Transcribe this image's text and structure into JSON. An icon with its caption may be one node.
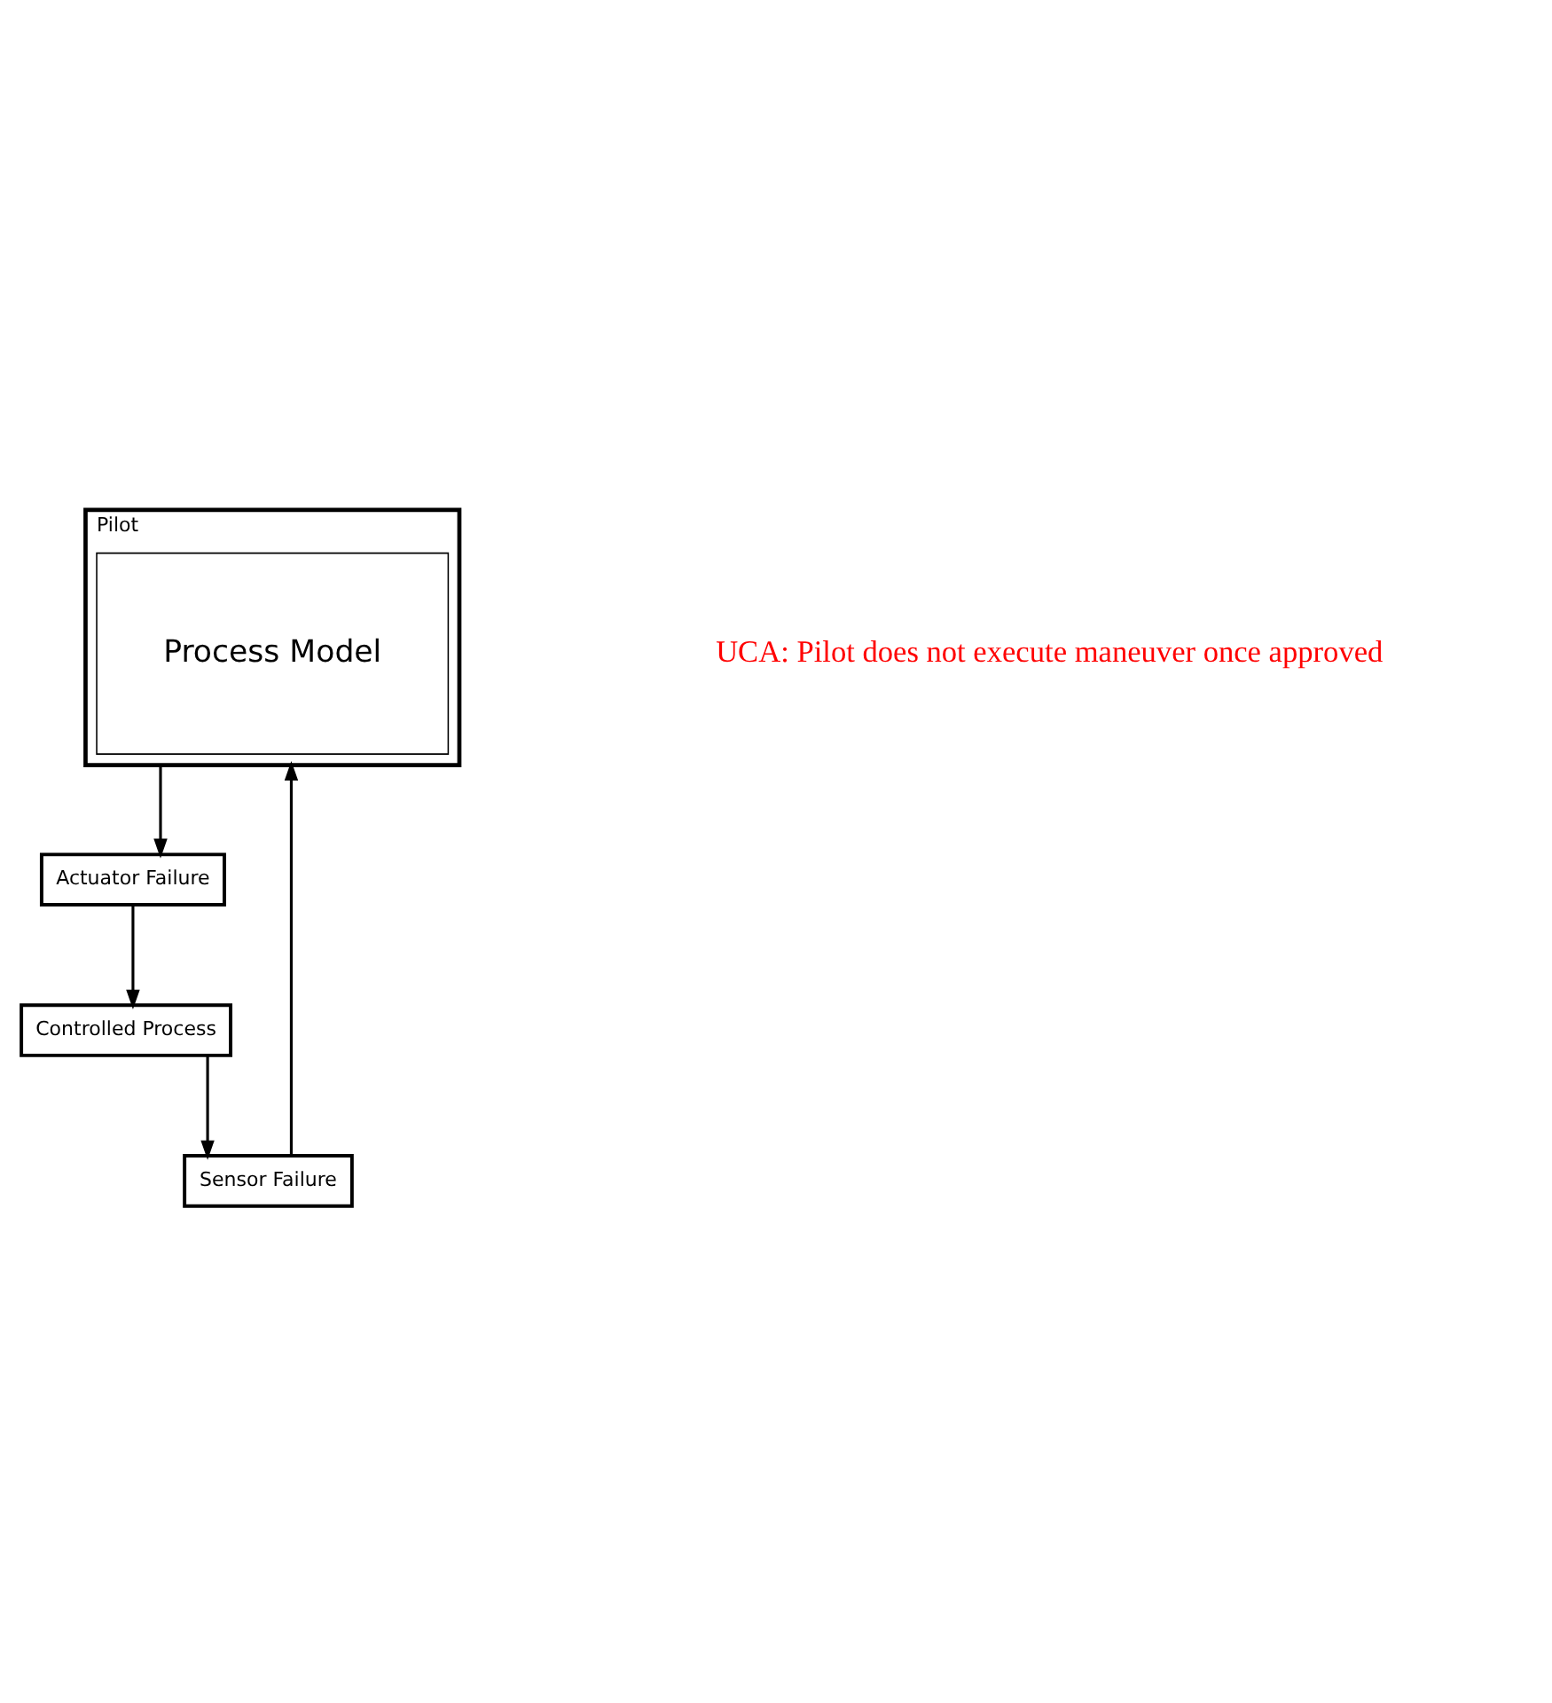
{
  "diagram": {
    "nodes": [
      {
        "text": [
          "Pilot"
        ]
      },
      {
        "text": [
          "Process Model"
        ],
        "in": 0
      },
      {
        "text": [
          "Actuator Failure"
        ]
      },
      {
        "text": [
          "Controlled Process"
        ]
      },
      {
        "text": [
          "Sensor Failure"
        ]
      }
    ],
    "edges": [
      {
        "from": 0,
        "to": 2,
        "arrow": "to"
      },
      {
        "from": 2,
        "to": 3,
        "arrow": "to"
      },
      {
        "from": 3,
        "to": 4,
        "arrow": "to"
      },
      {
        "from": 4,
        "to": 0,
        "arrow": "to"
      }
    ],
    "labels": [
      "UCA: Pilot does not execute maneuver once approved"
    ]
  }
}
